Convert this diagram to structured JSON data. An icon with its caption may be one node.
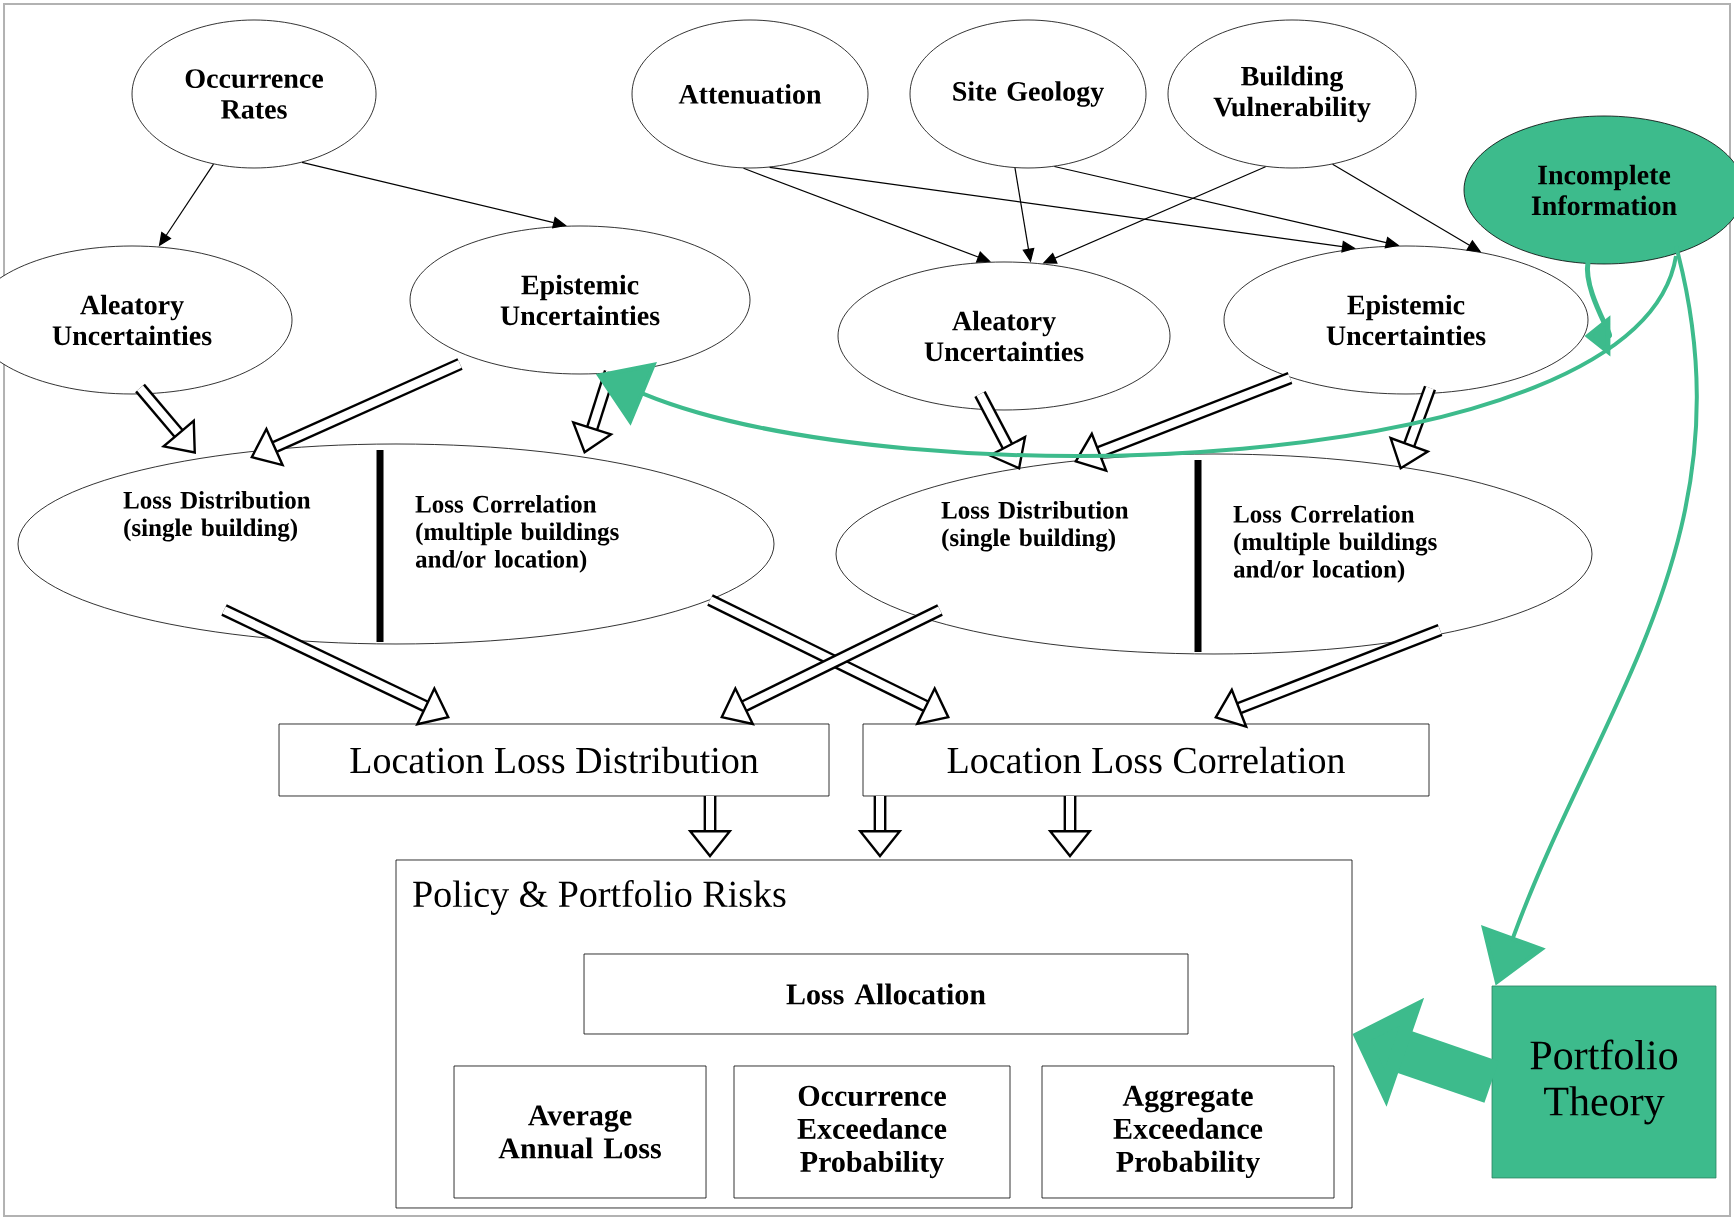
{
  "diagram": {
    "nodes": [
      {
        "text": [
          "Occurrence Rates"
        ]
      },
      {
        "text": [
          "Attenuation"
        ]
      },
      {
        "text": [
          "Site Geology"
        ]
      },
      {
        "text": [
          "Building Vulnerability"
        ]
      },
      {
        "text": [
          "Incomplete Information"
        ]
      },
      {
        "text": [
          "Aleatory Uncertainties"
        ]
      },
      {
        "text": [
          "Epistemic Uncertainties"
        ]
      },
      {
        "text": [
          "Aleatory Uncertainties"
        ]
      },
      {
        "text": [
          "Epistemic Uncertainties"
        ]
      },
      {
        "text": [
          "Loss Distribution (single building)",
          "Loss Correlation (multiple buildings and/or location)"
        ]
      },
      {
        "text": [
          "Loss Distribution (single building)",
          "Loss Correlation (multiple buildings and/or location)"
        ]
      },
      {
        "text": [
          "Location Loss Distribution"
        ]
      },
      {
        "text": [
          "Location Loss Correlation"
        ]
      },
      {
        "text": [
          "Policy & Portfolio Risks"
        ]
      },
      {
        "text": [
          "Loss Allocation"
        ],
        "in": 13
      },
      {
        "text": [
          "Average Annual Loss"
        ],
        "in": 13
      },
      {
        "text": [
          "Occurrence Exceedance Probability"
        ],
        "in": 13
      },
      {
        "text": [
          "Aggregate Exceedance Probability"
        ],
        "in": 13
      },
      {
        "text": [
          "Portfolio Theory"
        ]
      }
    ],
    "edges": [
      {
        "from": 0,
        "to": 5,
        "arrow": "to"
      },
      {
        "from": 0,
        "to": 6,
        "arrow": "to"
      },
      {
        "from": 1,
        "to": 7,
        "arrow": "to"
      },
      {
        "from": 1,
        "to": 8,
        "arrow": "to"
      },
      {
        "from": 2,
        "to": 7,
        "arrow": "to"
      },
      {
        "from": 2,
        "to": 8,
        "arrow": "to"
      },
      {
        "from": 3,
        "to": 7,
        "arrow": "to"
      },
      {
        "from": 3,
        "to": 8,
        "arrow": "to"
      },
      {
        "from": 5,
        "to": 9,
        "arrow": "to"
      },
      {
        "from": 6,
        "to": 9,
        "arrow": "to"
      },
      {
        "from": 6,
        "to": 9,
        "arrow": "to"
      },
      {
        "from": 7,
        "to": 10,
        "arrow": "to"
      },
      {
        "from": 8,
        "to": 10,
        "arrow": "to"
      },
      {
        "from": 8,
        "to": 10,
        "arrow": "to"
      },
      {
        "from": 9,
        "to": 11,
        "arrow": "to"
      },
      {
        "from": 9,
        "to": 12,
        "arrow": "to"
      },
      {
        "from": 10,
        "to": 11,
        "arrow": "to"
      },
      {
        "from": 10,
        "to": 12,
        "arrow": "to"
      },
      {
        "from": 11,
        "to": 13,
        "arrow": "to"
      },
      {
        "from": 12,
        "to": 13,
        "arrow": "to"
      },
      {
        "from": 12,
        "to": 13,
        "arrow": "to"
      },
      {
        "from": 4,
        "to": 6,
        "arrow": "to",
        "color": "#3dbb8c"
      },
      {
        "from": 4,
        "to": 8,
        "arrow": "to",
        "color": "#3dbb8c"
      },
      {
        "from": 4,
        "to": 18,
        "arrow": "to",
        "color": "#3dbb8c"
      },
      {
        "from": 18,
        "to": 13,
        "arrow": "to",
        "style": "thick",
        "color": "#3dbb8c"
      }
    ]
  }
}
